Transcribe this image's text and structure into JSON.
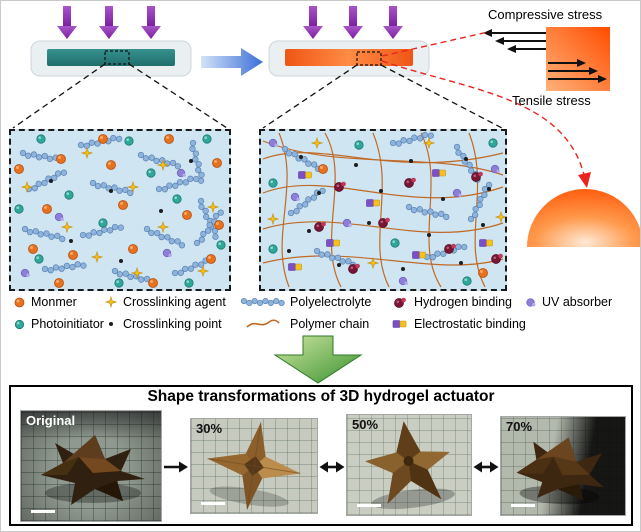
{
  "stress": {
    "compressive_label": "Compressive stress",
    "tensile_label": "Tensile stress"
  },
  "legend": {
    "items": [
      {
        "icon": "monomer-icon",
        "label": "Monmer"
      },
      {
        "icon": "crosslinking-agent-icon",
        "label": "Crosslinking agent"
      },
      {
        "icon": "polyelectrolyte-icon",
        "label": "Polyelectrolyte"
      },
      {
        "icon": "hydrogen-binding-icon",
        "label": "Hydrogen binding"
      },
      {
        "icon": "uv-absorber-icon",
        "label": "UV absorber"
      },
      {
        "icon": "photoinitiator-icon",
        "label": "Photoinitiator"
      },
      {
        "icon": "crosslinking-point-icon",
        "label": "Crosslinking point"
      },
      {
        "icon": "polymer-chain-icon",
        "label": "Polymer chain"
      },
      {
        "icon": "electrostatic-binding-icon",
        "label": "Electrostatic binding"
      }
    ]
  },
  "bottom_panel": {
    "title": "Shape transformations of 3D hydrogel actuator",
    "photos": [
      {
        "label": "Original"
      },
      {
        "label": "30%"
      },
      {
        "label": "50%"
      },
      {
        "label": "70%"
      }
    ]
  },
  "colors": {
    "monomer": "#e8711d",
    "photoinitiator": "#2fa89c",
    "crosslinking_agent": "#f2c21d",
    "polyelectrolyte": "#8fb4dc",
    "uv_absorber": "#8d7fd8",
    "polymer_chain": "#c06a28",
    "hydrogen_binding": "#7a1535",
    "electrostatic_purple": "#7a4fc8",
    "electrostatic_yellow": "#f2c21d",
    "gel_before": "#2a8080",
    "gel_after": "#f05a14",
    "uv_arrow_purple": "#8d2bb0",
    "stress_dashed_red": "#e8251f",
    "transform_arrow_green": "#39922e",
    "network_box_bg": "#cfe5f1"
  }
}
